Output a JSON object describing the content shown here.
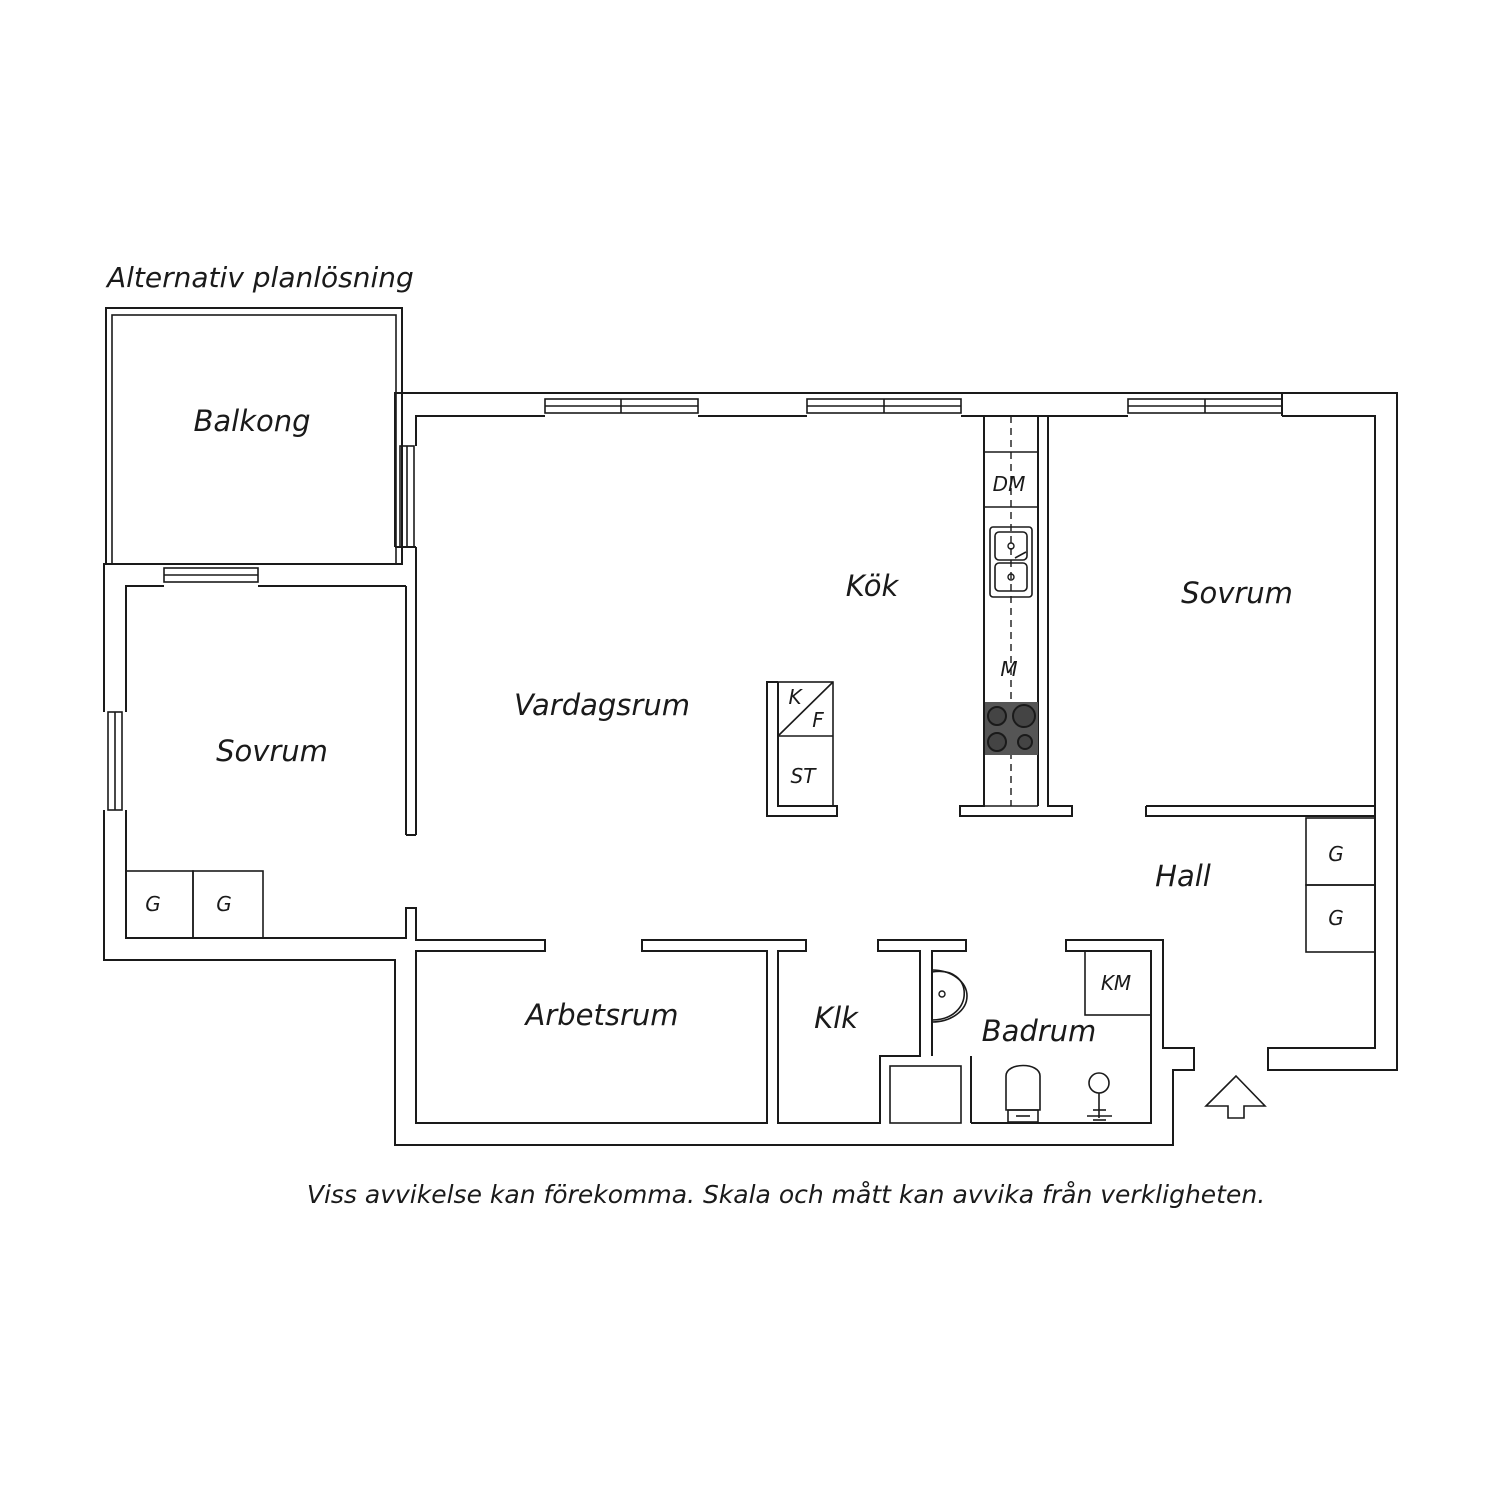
{
  "header": {
    "title": "Alternativ planlösning"
  },
  "rooms": {
    "balkong": "Balkong",
    "sovrum_left": "Sovrum",
    "vardagsrum": "Vardagsrum",
    "kok": "Kök",
    "sovrum_right": "Sovrum",
    "hall": "Hall",
    "arbetsrum": "Arbetsrum",
    "klk": "Klk",
    "badrum": "Badrum"
  },
  "fixtures": {
    "dm": "DM",
    "m": "M",
    "k": "K",
    "f": "F",
    "st": "ST",
    "km": "KM",
    "wardrobe_left_1": "G",
    "wardrobe_left_2": "G",
    "wardrobe_right_1": "G",
    "wardrobe_right_2": "G"
  },
  "icons": {
    "entrance": "entrance-arrow-icon",
    "sink": "sink-icon",
    "stove": "stove-icon",
    "toilet": "toilet-icon",
    "shower": "shower-icon",
    "washbasin": "washbasin-icon"
  },
  "footer": {
    "disclaimer": "Viss avvikelse kan förekomma. Skala och mått kan avvika från verkligheten."
  }
}
